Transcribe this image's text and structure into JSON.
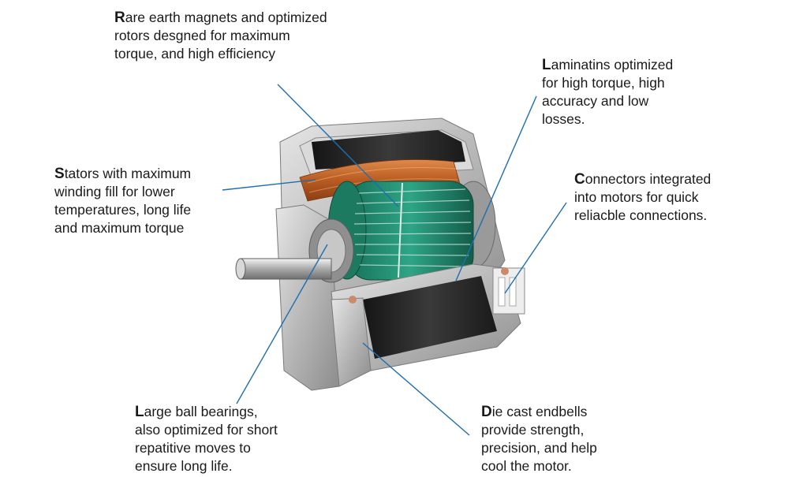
{
  "callouts": {
    "magnets": {
      "initial": "R",
      "lines": [
        "are earth magnets and optimized",
        "rotors desgned for maximum",
        "torque, and high efficiency"
      ]
    },
    "laminations": {
      "initial": "L",
      "lines": [
        "aminatins optimized",
        "for high torque, high",
        "accuracy and low",
        "losses."
      ]
    },
    "stators": {
      "initial": "S",
      "lines": [
        "tators with maximum",
        "winding fill for lower",
        "temperatures, long life",
        "and maximum torque"
      ]
    },
    "connectors": {
      "initial": "C",
      "lines": [
        "onnectors integrated",
        "into motors for quick",
        "reliacble connections."
      ]
    },
    "bearings": {
      "initial": "L",
      "lines": [
        "arge ball bearings,",
        "also optimized for short",
        "repatitive moves to",
        "ensure long life."
      ]
    },
    "endbells": {
      "initial": "D",
      "lines": [
        "ie cast endbells",
        "provide strength,",
        "precision, and help",
        "cool the motor."
      ]
    }
  },
  "colors": {
    "leader": "#1f6fae",
    "rotor": "#1f8a6a",
    "copper": "#c8692a",
    "housing": "#b9b9b9",
    "stack": "#2a2a2a"
  }
}
